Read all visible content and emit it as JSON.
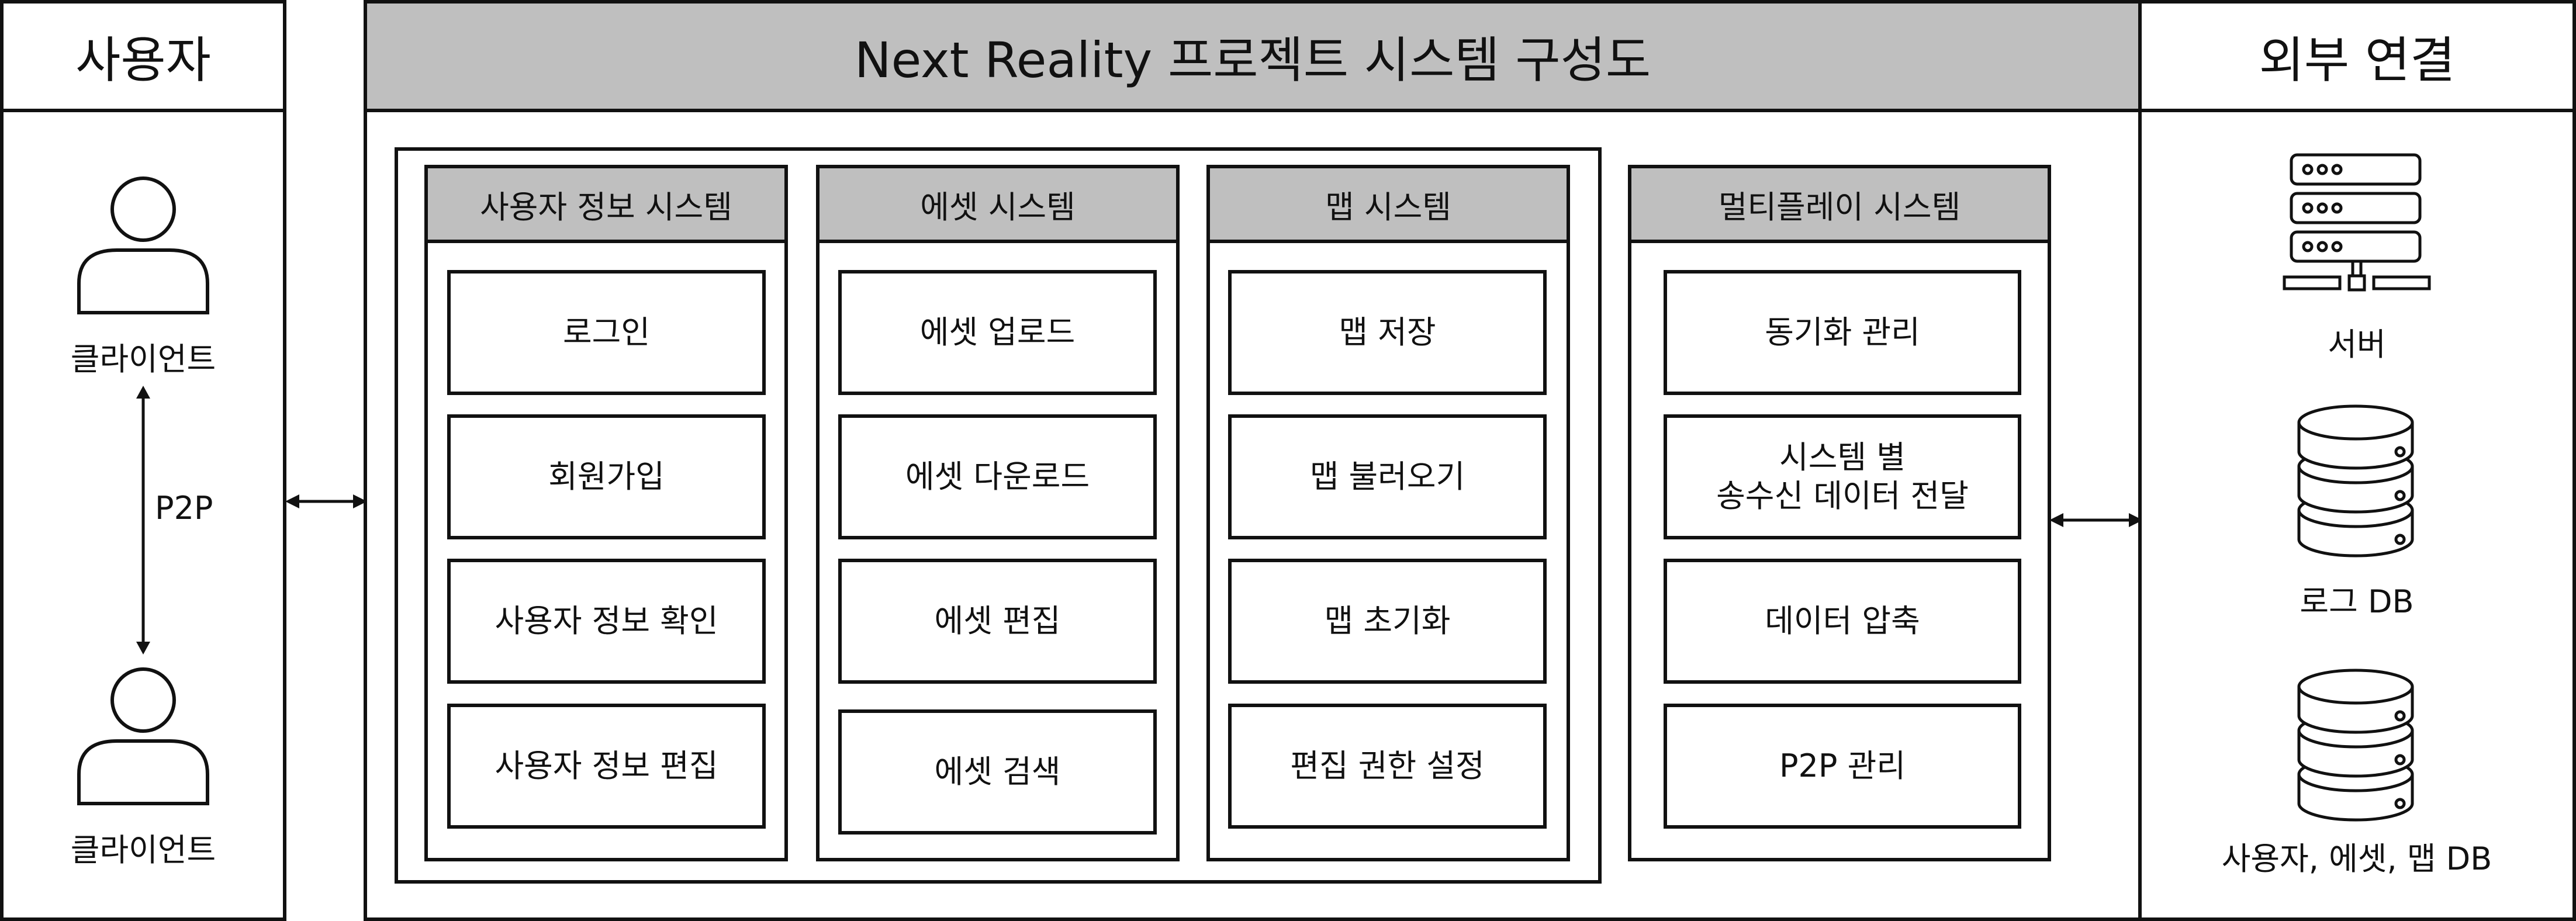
{
  "title": "Next Reality 프로젝트 시스템 구성도",
  "colors": {
    "header_fill": "#bfbfbf",
    "line": "#111111",
    "background": "#ffffff"
  },
  "left_panel": {
    "title": "사용자",
    "client_top_label": "클라이언트",
    "client_bottom_label": "클라이언트",
    "link_label": "P2P",
    "icon": "user-icon"
  },
  "right_panel": {
    "title": "외부 연결",
    "server_label": "서버",
    "log_db_label": "로그 DB",
    "user_db_label": "사용자, 에셋, 맵 DB",
    "icons": [
      "server-icon",
      "database-icon"
    ]
  },
  "systems": [
    {
      "title": "사용자 정보 시스템",
      "items": [
        "로그인",
        "회원가입",
        "사용자 정보 확인",
        "사용자 정보 편집"
      ]
    },
    {
      "title": "에셋 시스템",
      "items": [
        "에셋 업로드",
        "에셋 다운로드",
        "에셋 편집",
        "에셋 검색"
      ]
    },
    {
      "title": "맵 시스템",
      "items": [
        "맵 저장",
        "맵 불러오기",
        "맵 초기화",
        "편집 권한 설정"
      ]
    },
    {
      "title": "멀티플레이 시스템",
      "items": [
        "동기화 관리",
        "시스템 별\n송수신 데이터 전달",
        "데이터 압축",
        "P2P 관리"
      ]
    }
  ]
}
